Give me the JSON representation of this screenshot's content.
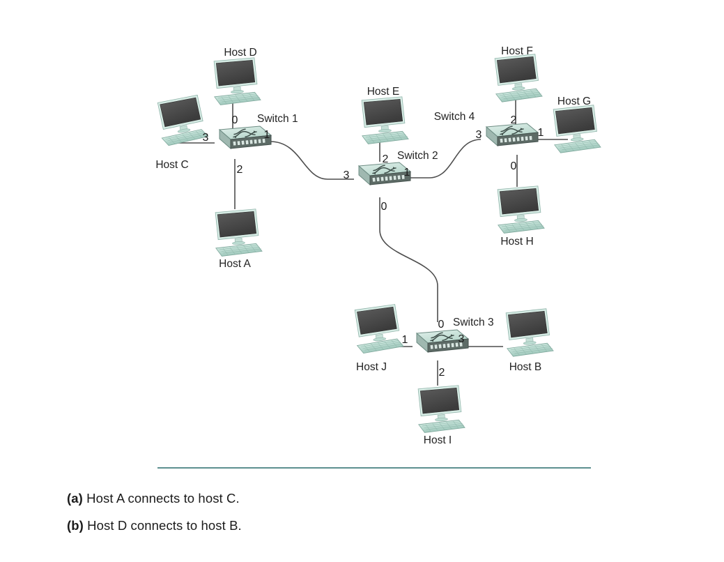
{
  "figure": {
    "type": "network-topology-diagram",
    "background_color": "#ffffff",
    "link_color": "#4d4d4d",
    "divider_color": "#5c8f8f",
    "switch_top_color": "#cfe4dc",
    "switch_front_color": "#5d6b66",
    "monitor_color": "#4a4a4a",
    "keyboard_color": "#bcdcd2"
  },
  "switches": [
    {
      "id": "switch1",
      "label": "Switch 1",
      "ports": [
        {
          "num": "0",
          "side": "top",
          "peer": "Host D"
        },
        {
          "num": "1",
          "side": "right",
          "peer": "Switch 2"
        },
        {
          "num": "2",
          "side": "bottom",
          "peer": "Host A"
        },
        {
          "num": "3",
          "side": "left",
          "peer": "Host C"
        }
      ]
    },
    {
      "id": "switch2",
      "label": "Switch 2",
      "ports": [
        {
          "num": "2",
          "side": "top",
          "peer": "Host E"
        },
        {
          "num": "1",
          "side": "right",
          "peer": "Switch 4"
        },
        {
          "num": "0",
          "side": "bottom",
          "peer": "Switch 3"
        },
        {
          "num": "3",
          "side": "left",
          "peer": "Switch 1"
        }
      ]
    },
    {
      "id": "switch3",
      "label": "Switch 3",
      "ports": [
        {
          "num": "0",
          "side": "top",
          "peer": "Switch 2"
        },
        {
          "num": "3",
          "side": "right",
          "peer": "Host B"
        },
        {
          "num": "2",
          "side": "bottom",
          "peer": "Host I"
        },
        {
          "num": "1",
          "side": "left",
          "peer": "Host J"
        }
      ]
    },
    {
      "id": "switch4",
      "label": "Switch 4",
      "ports": [
        {
          "num": "2",
          "side": "top",
          "peer": "Host F"
        },
        {
          "num": "1",
          "side": "right",
          "peer": "Host G"
        },
        {
          "num": "0",
          "side": "bottom",
          "peer": "Host H"
        },
        {
          "num": "3",
          "side": "left",
          "peer": "Switch 2"
        }
      ]
    }
  ],
  "hosts": [
    {
      "id": "hostA",
      "label": "Host A",
      "connects_to": "switch1",
      "port": "2"
    },
    {
      "id": "hostB",
      "label": "Host B",
      "connects_to": "switch3",
      "port": "3"
    },
    {
      "id": "hostC",
      "label": "Host C",
      "connects_to": "switch1",
      "port": "3"
    },
    {
      "id": "hostD",
      "label": "Host D",
      "connects_to": "switch1",
      "port": "0"
    },
    {
      "id": "hostE",
      "label": "Host E",
      "connects_to": "switch2",
      "port": "2"
    },
    {
      "id": "hostF",
      "label": "Host F",
      "connects_to": "switch4",
      "port": "2"
    },
    {
      "id": "hostG",
      "label": "Host G",
      "connects_to": "switch4",
      "port": "1"
    },
    {
      "id": "hostH",
      "label": "Host H",
      "connects_to": "switch4",
      "port": "0"
    },
    {
      "id": "hostI",
      "label": "Host I",
      "connects_to": "switch3",
      "port": "2"
    },
    {
      "id": "hostJ",
      "label": "Host J",
      "connects_to": "switch3",
      "port": "1"
    }
  ],
  "switch_links": [
    {
      "from": "switch1",
      "from_port": "1",
      "to": "switch2",
      "to_port": "3"
    },
    {
      "from": "switch2",
      "from_port": "1",
      "to": "switch4",
      "to_port": "3"
    },
    {
      "from": "switch2",
      "from_port": "0",
      "to": "switch3",
      "to_port": "0"
    }
  ],
  "captions": {
    "items": [
      {
        "label": "(a)",
        "text": " Host A connects to host C."
      },
      {
        "label": "(b)",
        "text": " Host D connects to host B."
      }
    ]
  }
}
